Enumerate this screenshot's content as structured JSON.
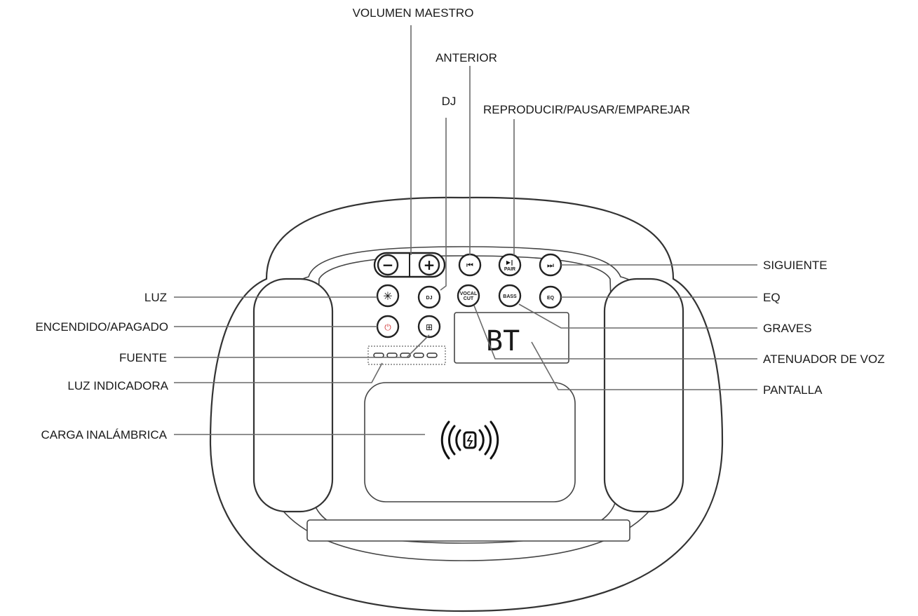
{
  "labels": {
    "volumen_maestro": "VOLUMEN MAESTRO",
    "anterior": "ANTERIOR",
    "dj": "DJ",
    "reproducir": "REPRODUCIR/PAUSAR/EMPAREJAR",
    "siguiente": "SIGUIENTE",
    "luz": "LUZ",
    "eq": "EQ",
    "encendido": "ENCENDIDO/APAGADO",
    "graves": "GRAVES",
    "fuente": "FUENTE",
    "atenuador": "ATENUADOR DE VOZ",
    "luz_indicadora": "LUZ INDICADORA",
    "pantalla": "PANTALLA",
    "carga": "CARGA INALÁMBRICA"
  },
  "buttons": {
    "minus": "−",
    "plus": "+",
    "prev": "⏮",
    "play": "▶∥",
    "play_sub": "PAIR",
    "next": "⏭",
    "light": "✳",
    "dj": "DJ",
    "vocal": "VOCAL",
    "vocal_sub": "CUT",
    "bass": "BASS",
    "eq": "EQ",
    "power": "⏻",
    "source": "⊞"
  },
  "display_text": "BT",
  "colors": {
    "power_accent": "#d23a3a",
    "line": "#6a6a6a"
  },
  "icons": {
    "wireless_charge": "wireless-charging-icon"
  }
}
